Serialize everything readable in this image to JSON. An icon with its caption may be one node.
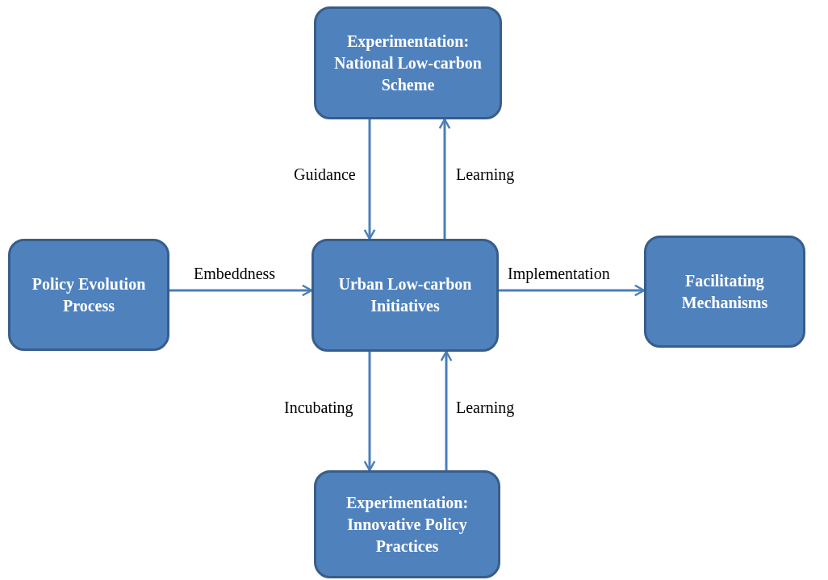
{
  "diagram": {
    "nodes": [
      {
        "text": [
          "Experimentation: National Low-carbon Scheme"
        ]
      },
      {
        "text": [
          "Policy Evolution Process"
        ]
      },
      {
        "text": [
          "Urban Low-carbon Initiatives"
        ]
      },
      {
        "text": [
          "Facilitating Mechanisms"
        ]
      },
      {
        "text": [
          "Experimentation: Innovative Policy Practices"
        ]
      }
    ],
    "edges": [
      {
        "from": 0,
        "to": 2,
        "arrow": "to",
        "label": "Guidance"
      },
      {
        "from": 2,
        "to": 0,
        "arrow": "to",
        "label": "Learning"
      },
      {
        "from": 1,
        "to": 2,
        "arrow": "to",
        "label": "Embeddness"
      },
      {
        "from": 2,
        "to": 3,
        "arrow": "to",
        "label": "Implementation"
      },
      {
        "from": 2,
        "to": 4,
        "arrow": "to",
        "label": "Incubating"
      },
      {
        "from": 4,
        "to": 2,
        "arrow": "to",
        "label": "Learning"
      }
    ]
  }
}
